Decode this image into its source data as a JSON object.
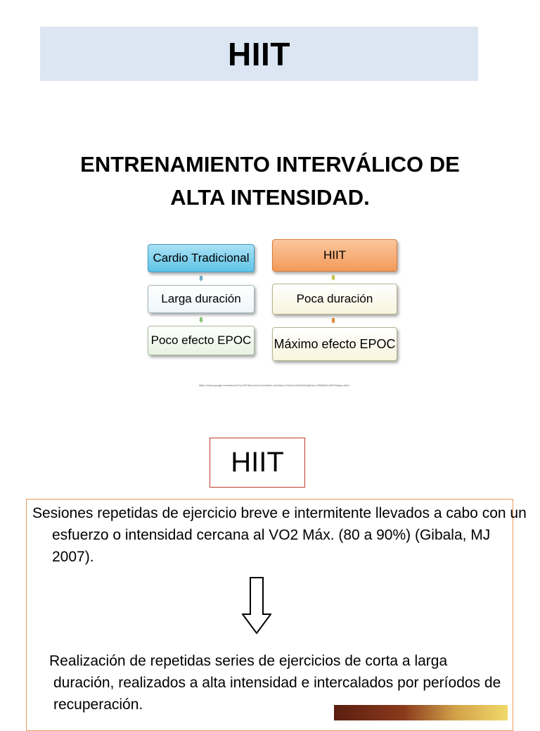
{
  "title": "HIIT",
  "subtitle_line1": "ENTRENAMIENTO INTERVÁLICO DE",
  "subtitle_line2": "ALTA INTENSIDAD.",
  "diagram": {
    "left_column": [
      "Cardio Tradicional",
      "Larga duración",
      "Poco efecto EPOC"
    ],
    "right_column": [
      "HIIT",
      "Poca duración",
      "Máximo efecto EPOC"
    ]
  },
  "source_caption": "https://www.google.com/search?q=HIIT&source=lnms&tbm=isch&sa=X&ved=0ahUKEwj&biw=1366&bih=657#imgrc=8wJ",
  "hiit_heading": "HIIT",
  "paragraph1": "Sesiones repetidas de ejercicio breve e intermitente llevados a cabo con un esfuerzo o intensidad cercana al VO2 Máx. (80 a 90%) (Gibala, MJ 2007).",
  "paragraph2": "Realización de repetidas series de ejercicios de corta a larga duración, realizados a alta intensidad e intercalados por períodos de recuperación.",
  "colors": {
    "title_band": "#dce6f2",
    "hiit_border": "#c0392b",
    "content_border": "#e69c5a",
    "cardio_box": "#5fc3e6",
    "hiit_box": "#f29a5a"
  }
}
